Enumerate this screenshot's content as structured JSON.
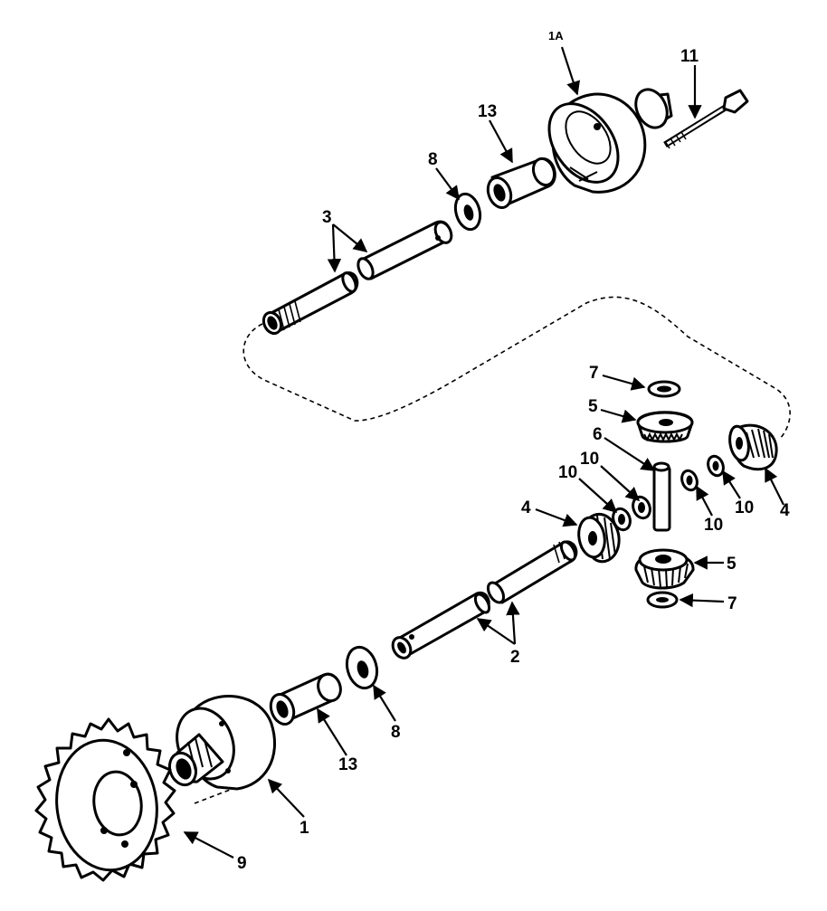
{
  "callouts": {
    "c_1a": "1A",
    "c_11": "11",
    "c_13_top": "13",
    "c_8_top": "8",
    "c_3": "3",
    "c_7_top": "7",
    "c_5_top": "5",
    "c_6": "6",
    "c_10_a": "10",
    "c_10_b": "10",
    "c_10_c": "10",
    "c_10_d": "10",
    "c_4_right": "4",
    "c_4_left": "4",
    "c_5_bottom": "5",
    "c_7_bottom": "7",
    "c_2": "2",
    "c_8_bottom": "8",
    "c_13_bottom": "13",
    "c_1": "1",
    "c_9": "9"
  }
}
